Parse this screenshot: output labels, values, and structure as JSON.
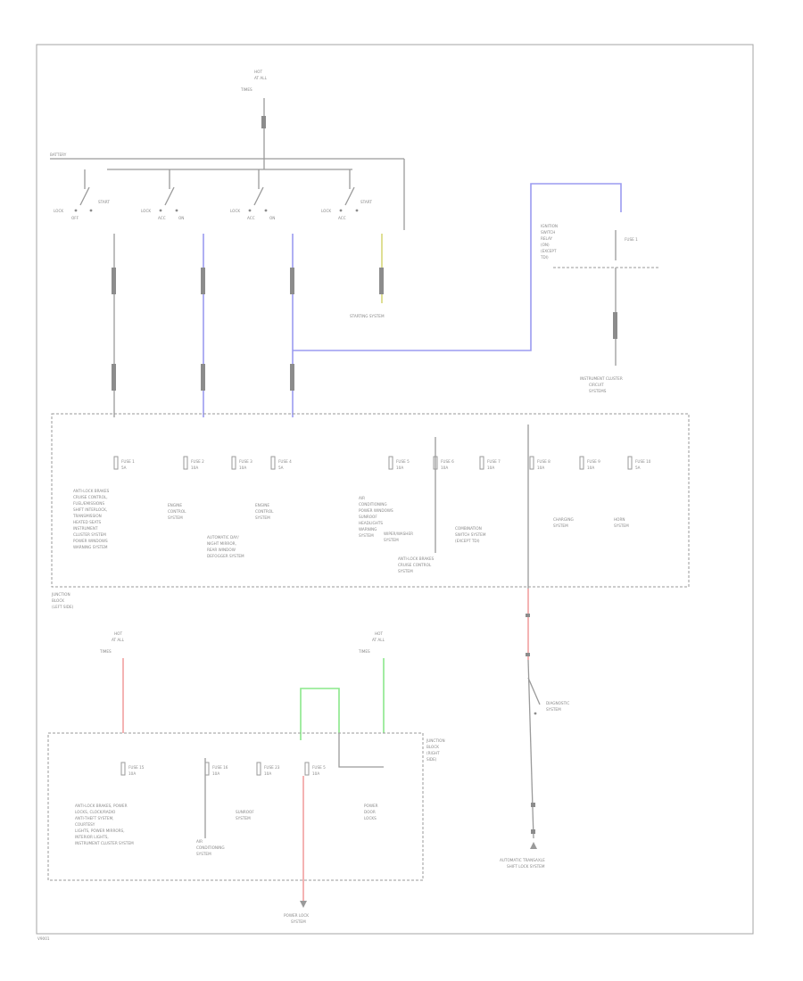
{
  "colors": {
    "wire": "#9a9a9a",
    "blue": "#9b9bf0",
    "yellow": "#d7d77a",
    "red": "#f2a0a0",
    "green": "#8ae88a"
  },
  "top_source": {
    "line1": "HOT",
    "line2": "AT ALL",
    "line3": "TIMES"
  },
  "bus_label": "BATTERY",
  "switches": [
    {
      "left": "LOCK",
      "mid": "OFF",
      "right": "START"
    },
    {
      "left": "LOCK",
      "mid": "ACC",
      "right": "ON"
    },
    {
      "left": "LOCK",
      "mid": "ACC",
      "right": "ON"
    },
    {
      "left": "LOCK",
      "mid": "ACC",
      "right": "START"
    }
  ],
  "start_system_label": "STARTING SYSTEM",
  "right_device": {
    "lines": [
      "IGNITION",
      "SWITCH",
      "RELAY",
      "(ON)",
      "(EXCEPT",
      "TDI)"
    ],
    "fuse": "FUSE 1"
  },
  "instrument_label": [
    "INSTRUMENT CLUSTER",
    "CIRCUIT",
    "SYSTEMS"
  ],
  "junction": {
    "label": [
      "JUNCTION",
      "BLOCK",
      "(LEFT SIDE)"
    ]
  },
  "upper_fuses": [
    {
      "fuse": "FUSE 1",
      "cap": "5A"
    },
    {
      "fuse": "FUSE 2",
      "cap": "10A"
    },
    {
      "fuse": "FUSE 3",
      "cap": "10A"
    },
    {
      "fuse": "FUSE 4",
      "cap": "5A"
    },
    {
      "fuse": "FUSE 5",
      "cap": "10A"
    },
    {
      "fuse": "FUSE 6",
      "cap": "10A"
    },
    {
      "fuse": "FUSE 7",
      "cap": "10A"
    },
    {
      "fuse": "FUSE 8",
      "cap": "10A"
    },
    {
      "fuse": "FUSE 9",
      "cap": "10A"
    },
    {
      "fuse": "FUSE 10",
      "cap": "5A"
    }
  ],
  "upper_systems": [
    {
      "lines": [
        "ANTI-LOCK BRAKES",
        "CRUISE CONTROL,",
        "FUEL/EMISSIONS",
        "SHIFT INTERLOCK,",
        "TRANSMISSION",
        "HEATED SEATS",
        "INSTRUMENT",
        "CLUSTER SYSTEM",
        "POWER WINDOWS",
        "WARNING SYSTEM"
      ]
    },
    {
      "lines": [
        "ENGINE",
        "CONTROL",
        "SYSTEM"
      ]
    },
    {
      "lines": [
        "AUTOMATIC DAY/",
        "NIGHT MIRROR,",
        "REAR WINDOW",
        "DEFOGGER SYSTEM"
      ]
    },
    {
      "lines": [
        "ENGINE",
        "CONTROL",
        "SYSTEM"
      ]
    },
    {
      "lines": [
        "AIR",
        "CONDITIONING",
        "POWER WINDOWS",
        "SUNROOF",
        "HEADLIGHTS",
        "WARNING",
        "SYSTEM"
      ]
    },
    {
      "lines": [
        "WIPER/WASHER",
        "SYSTEM"
      ]
    },
    {
      "lines": [
        "ANTI-LOCK BRAKES",
        "CRUISE CONTROL",
        "SYSTEM"
      ]
    },
    {
      "lines": [
        "COMBINATION",
        "SWITCH SYSTEM",
        "(EXCEPT TDI)"
      ]
    },
    {
      "lines": [
        "CHARGING",
        "SYSTEM"
      ]
    },
    {
      "lines": [
        "HORN",
        "SYSTEM"
      ]
    }
  ],
  "bottom_source_left": {
    "line1": "HOT",
    "line2": "AT ALL",
    "line3": "TIMES"
  },
  "bottom_source_right": {
    "line1": "HOT",
    "line2": "AT ALL",
    "line3": "TIMES"
  },
  "lower_fuses": [
    {
      "fuse": "FUSE 15",
      "cap": "10A"
    },
    {
      "fuse": "FUSE 16",
      "cap": "10A"
    },
    {
      "fuse": "FUSE 23",
      "cap": "10A"
    },
    {
      "fuse": "FUSE 5",
      "cap": "10A"
    }
  ],
  "lower_systems": [
    {
      "lines": [
        "ANTI-LOCK BRAKES, POWER",
        "LOCKS, CLOCK/RADIO",
        "ANTI-THEFT SYSTEM,",
        "COURTESY",
        "LIGHTS, POWER MIRRORS,",
        "INTERIOR LIGHTS,",
        "INSTRUMENT CLUSTER SYSTEM"
      ]
    },
    {
      "lines": [
        "AIR",
        "CONDITIONING",
        "SYSTEM"
      ]
    },
    {
      "lines": [
        "SUNROOF",
        "SYSTEM"
      ]
    },
    {
      "lines": [
        "POWER",
        "DOOR",
        "LOCKS"
      ]
    }
  ],
  "lower_junction_label": [
    "JUNCTION",
    "BLOCK",
    "(RIGHT",
    "SIDE)"
  ],
  "power_lock_label": [
    "POWER LOCK",
    "SYSTEM"
  ],
  "right_bottom": {
    "switch_label": [
      "DIAGNOSTIC",
      "SYSTEM"
    ],
    "ground_label": [
      "AUTOMATIC TRANSAXLE",
      "SHIFT LOCK SYSTEM"
    ]
  },
  "footer_code": "V9001"
}
